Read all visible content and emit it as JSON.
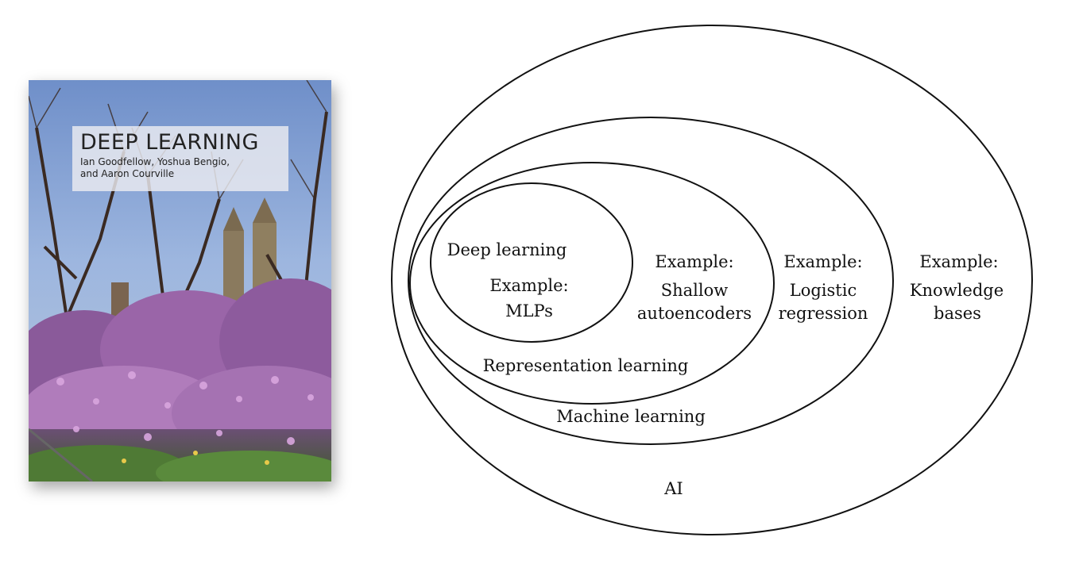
{
  "book": {
    "title": "DEEP LEARNING",
    "authors_line1": "Ian Goodfellow, Yoshua Bengio,",
    "authors_line2": "and Aaron Courville"
  },
  "diagram": {
    "ai": {
      "label": "AI",
      "example": [
        "Example:",
        "Knowledge",
        "bases"
      ]
    },
    "machine_learning": {
      "label": "Machine learning",
      "example": [
        "Example:",
        "Logistic",
        "regression"
      ]
    },
    "representation_learning": {
      "label": "Representation learning",
      "example": [
        "Example:",
        "Shallow",
        "autoencoders"
      ]
    },
    "deep_learning": {
      "label": "Deep learning",
      "example": [
        "Example:",
        "MLPs"
      ]
    }
  },
  "colors": {
    "stroke": "#111111",
    "background": "#ffffff",
    "title_box": "#ebebf0"
  }
}
